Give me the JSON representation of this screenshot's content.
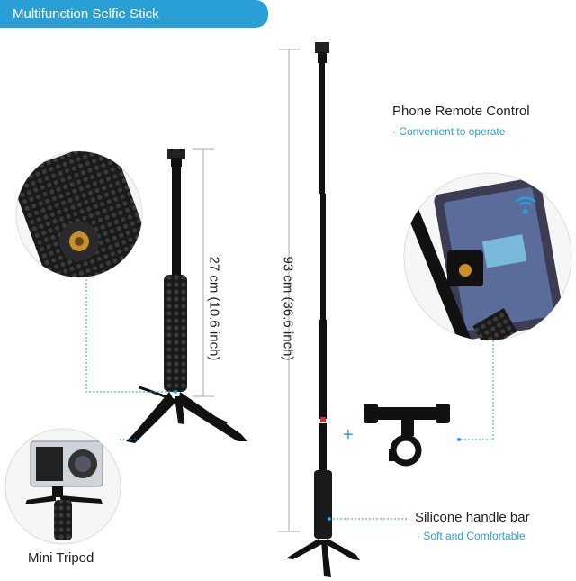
{
  "banner": {
    "title": "Multifunction Selfie Stick"
  },
  "measurements": {
    "short_length": "27 cm (10.6 inch)",
    "long_length": "93 cm (36.6 inch)"
  },
  "features": {
    "phone_remote": {
      "title": "Phone Remote Control",
      "subtitle": "· Convenient to operate"
    },
    "handle": {
      "title": "Silicone handle bar",
      "subtitle": "· Soft and Comfortable"
    },
    "tripod": {
      "title": "Mini Tripod"
    }
  },
  "symbols": {
    "plus": "+"
  },
  "colors": {
    "accent": "#2a9fd6",
    "product": "#111111"
  },
  "icons": [
    "wifi-signal-icon",
    "plus-icon"
  ]
}
